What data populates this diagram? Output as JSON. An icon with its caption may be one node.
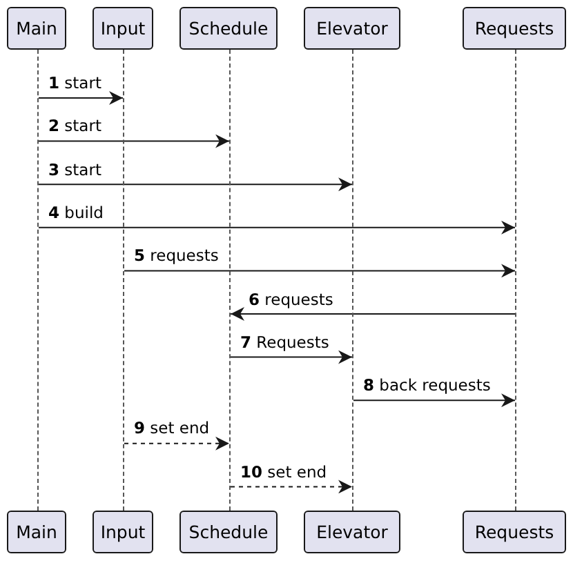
{
  "diagram": {
    "nodes": [
      {
        "text": [
          "Main"
        ]
      },
      {
        "text": [
          "Input"
        ]
      },
      {
        "text": [
          "Schedule"
        ]
      },
      {
        "text": [
          "Elevator"
        ]
      },
      {
        "text": [
          "Requests"
        ]
      },
      {
        "text": [],
        "shape": "line"
      },
      {
        "text": [],
        "shape": "line"
      },
      {
        "text": [],
        "shape": "line"
      },
      {
        "text": [],
        "shape": "line"
      },
      {
        "text": [],
        "shape": "line"
      },
      {
        "text": [
          "Main"
        ]
      },
      {
        "text": [
          "Input"
        ]
      },
      {
        "text": [
          "Schedule"
        ]
      },
      {
        "text": [
          "Elevator"
        ]
      },
      {
        "text": [
          "Requests"
        ]
      }
    ],
    "edges": [
      {
        "from": 5,
        "to": 6,
        "arrow": "to",
        "label": "**1** start"
      },
      {
        "from": 5,
        "to": 7,
        "arrow": "to",
        "label": "**2** start"
      },
      {
        "from": 5,
        "to": 8,
        "arrow": "to",
        "label": "**3** start"
      },
      {
        "from": 5,
        "to": 9,
        "arrow": "to",
        "label": "**4** build"
      },
      {
        "from": 6,
        "to": 9,
        "arrow": "to",
        "label": "**5** requests"
      },
      {
        "from": 9,
        "to": 7,
        "arrow": "to",
        "label": "**6** requests"
      },
      {
        "from": 7,
        "to": 8,
        "arrow": "to",
        "label": "**7** Requests"
      },
      {
        "from": 8,
        "to": 9,
        "arrow": "to",
        "label": "**8** back requests"
      },
      {
        "from": 6,
        "to": 7,
        "arrow": "to",
        "label": "**9** set end",
        "style": "dashed"
      },
      {
        "from": 7,
        "to": 8,
        "arrow": "to",
        "label": "**10** set end",
        "style": "dashed"
      }
    ]
  }
}
